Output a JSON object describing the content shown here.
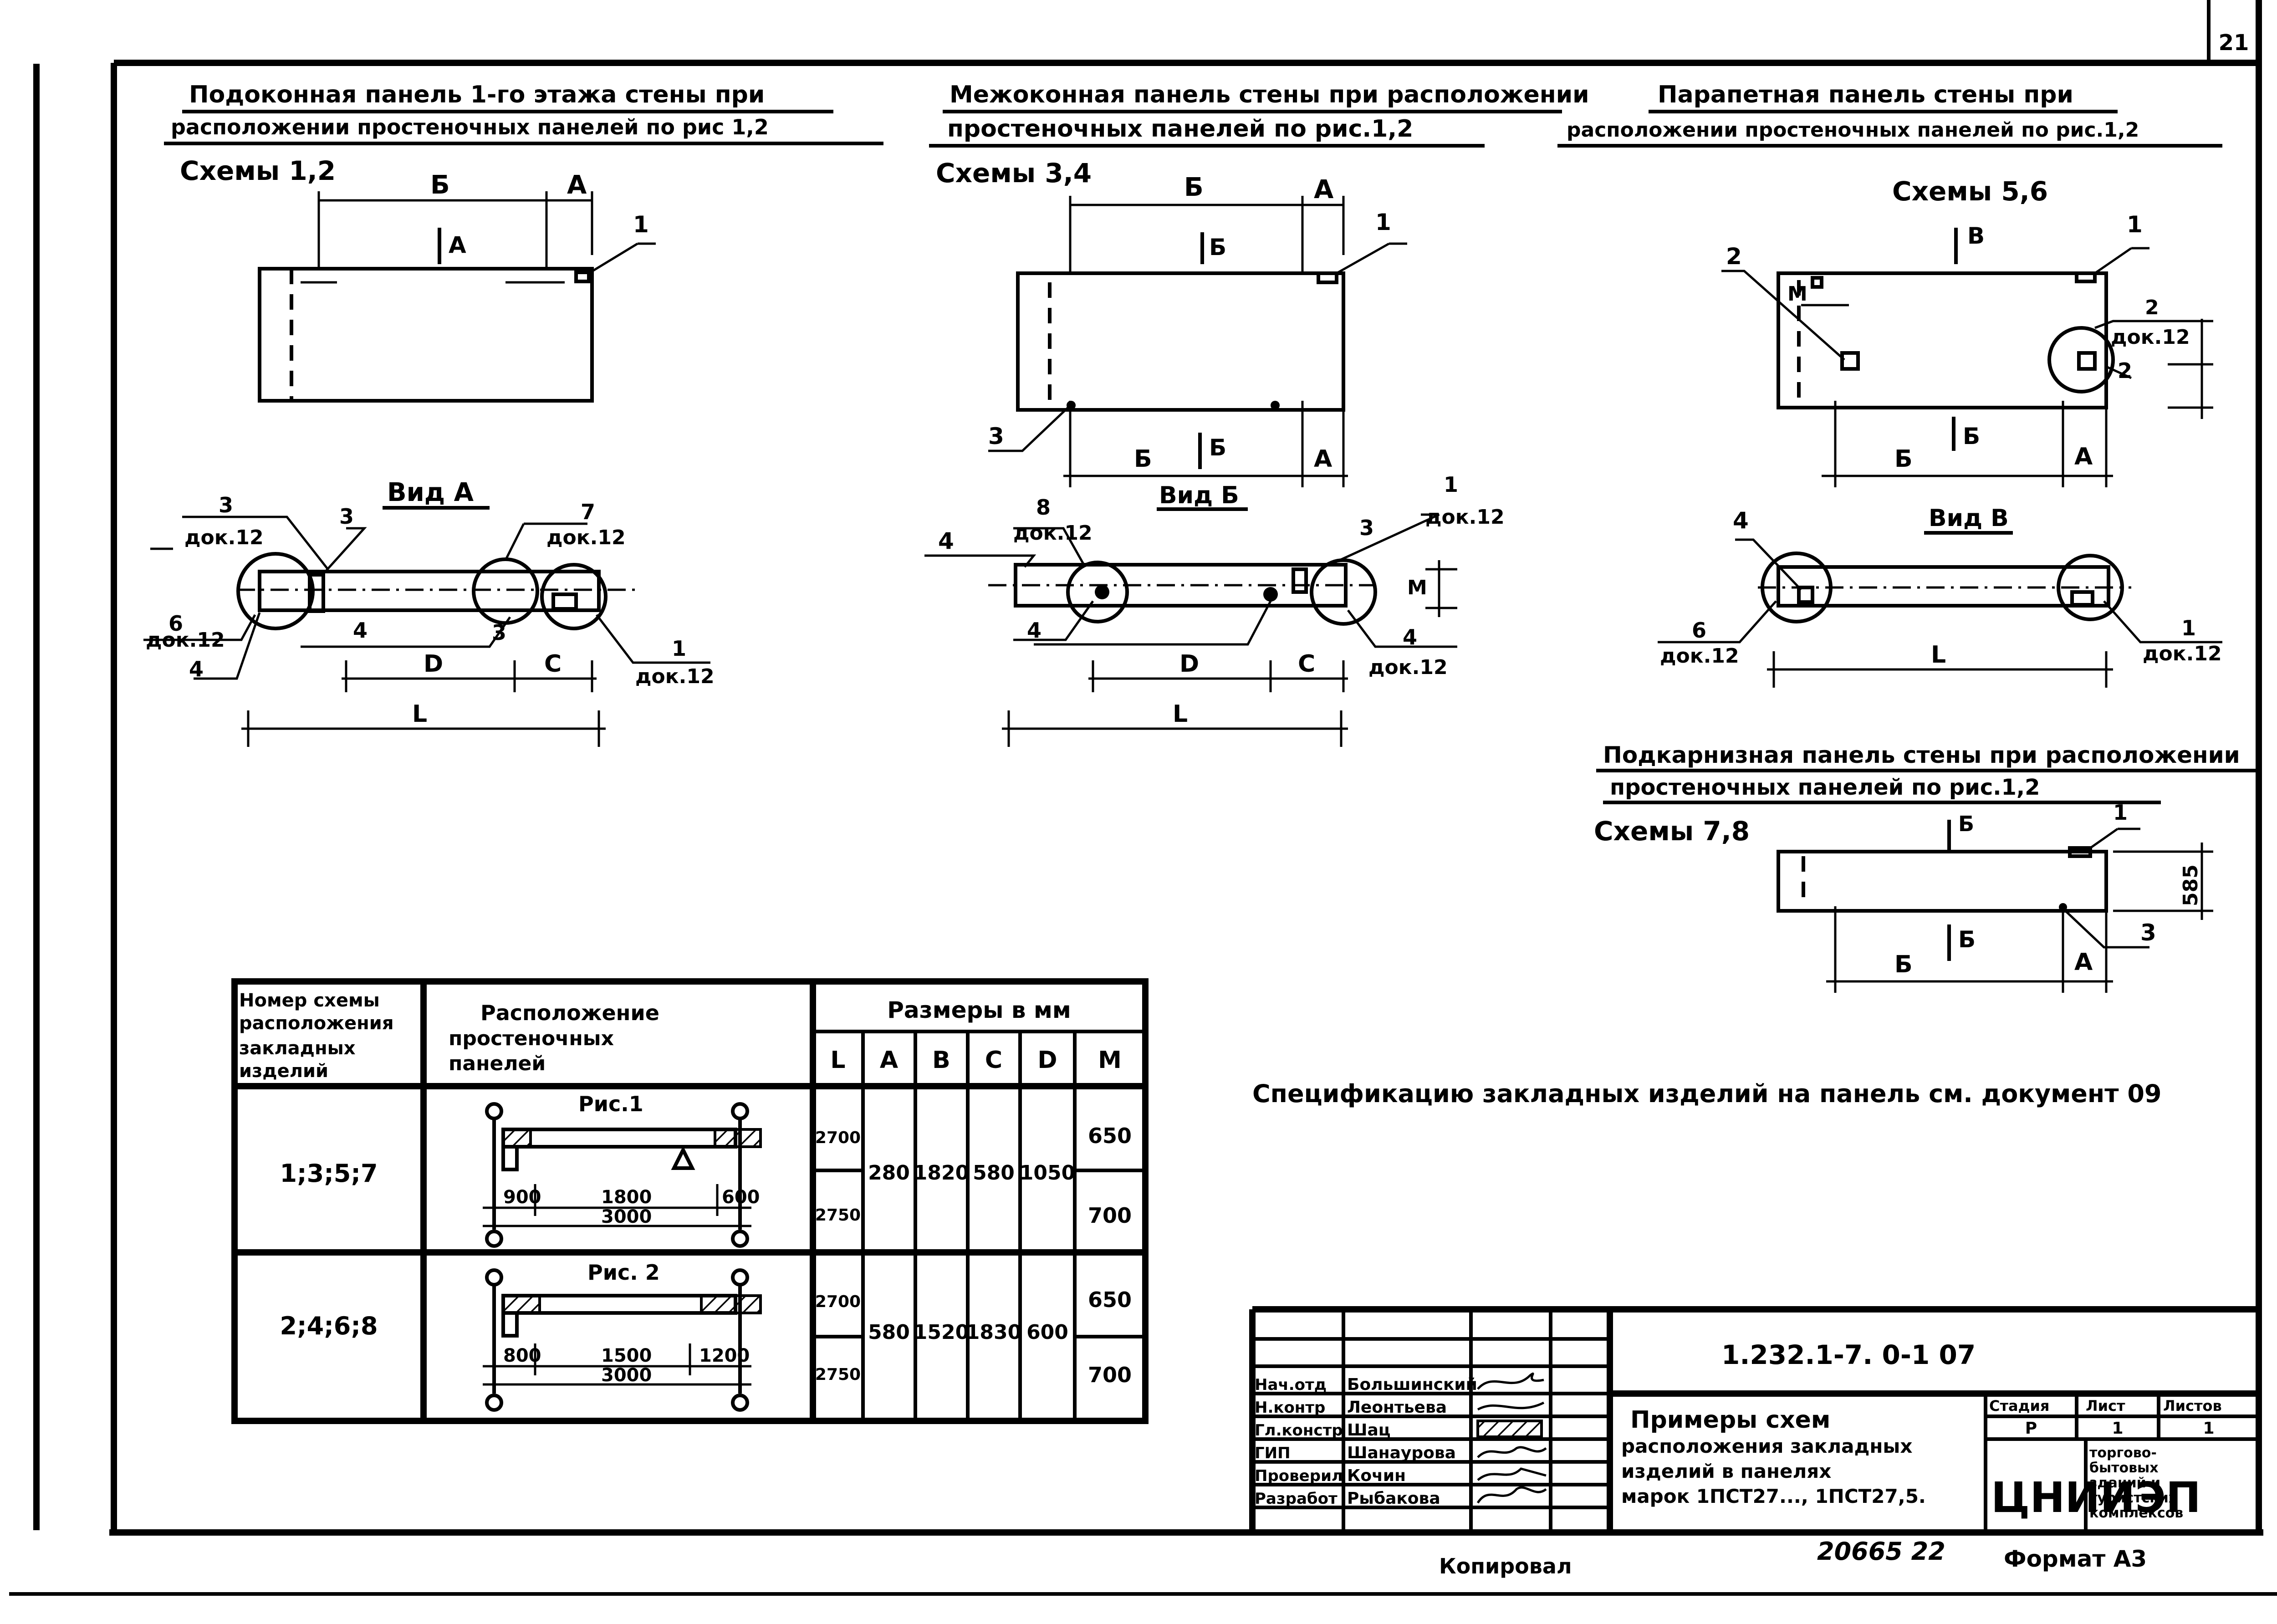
{
  "sheet": {
    "number": "21"
  },
  "panels": {
    "p1": {
      "title1": "Подоконная панель 1-го этажа стены при",
      "title2": "расположении простеночных панелей по рис 1,2",
      "schemes": "Схемы 1,2",
      "view": "Вид А"
    },
    "p2": {
      "title1": "Межоконная панель стены при расположении",
      "title2": "простеночных панелей по рис.1,2",
      "schemes": "Схемы 3,4",
      "view": "Вид Б"
    },
    "p3": {
      "title1": "Парапетная панель стены при",
      "title2": "расположении простеночных панелей по рис.1,2",
      "schemes": "Схемы 5,6",
      "view": "Вид В"
    },
    "p4": {
      "title1": "Подкарнизная панель стены при расположении",
      "title2": "простеночных панелей по рис.1,2",
      "schemes": "Схемы 7,8",
      "dim585": "585"
    }
  },
  "labels": {
    "A": "А",
    "B": "Б",
    "V": "В",
    "L": "L",
    "C": "С",
    "D": "D",
    "M": "М",
    "n1": "1",
    "n2": "2",
    "n3": "3",
    "n4": "4",
    "n6": "6",
    "n7": "7",
    "n8": "8",
    "dok12": "док.12"
  },
  "table": {
    "h_scheme": [
      "Номер схемы",
      "расположения",
      "закладных",
      "изделий"
    ],
    "h_location": [
      "Расположение",
      "простеночных",
      "панелей"
    ],
    "h_sizes": "Размеры в мм",
    "cols": [
      "L",
      "А",
      "В",
      "С",
      "D",
      "М"
    ],
    "rows": [
      {
        "scheme": "1;3;5;7",
        "fig": "Рис.1",
        "d1": "900",
        "d2": "1800",
        "d3": "600",
        "total": "3000",
        "L1": "2700",
        "L2": "2750",
        "A": "280",
        "B": "1820",
        "C": "580",
        "D": "1050",
        "M1": "650",
        "M2": "700"
      },
      {
        "scheme": "2;4;6;8",
        "fig": "Рис. 2",
        "d1": "800",
        "d2": "1500",
        "d3": "1200",
        "total": "3000",
        "L1": "2700",
        "L2": "2750",
        "A": "580",
        "B": "1520",
        "C": "1830",
        "D": "600",
        "M1": "650",
        "M2": "700"
      }
    ]
  },
  "note": "Спецификацию закладных изделий на панель см. документ 09",
  "titleblock": {
    "code": "1.232.1-7. 0-1   07",
    "roles": [
      "Нач.отд",
      "Н.контр",
      "Гл.констр",
      "ГИП",
      "Проверил",
      "Разработ"
    ],
    "names": [
      "Большинский",
      "Леонтьева",
      "Шац",
      "Шанаурова",
      "Кочин",
      "Рыбакова"
    ],
    "title": [
      "Примеры схем",
      "расположения закладных",
      "изделий в панелях",
      "марок 1ПСТ27..., 1ПСТ27,5."
    ],
    "stage_h": "Стадия",
    "sheet_h": "Лист",
    "sheets_h": "Листов",
    "stage": "Р",
    "sheet": "1",
    "sheets": "1",
    "org": "ЦНИИЭП",
    "org_desc": [
      "торгово-",
      "бытовых",
      "зданий и",
      "туристских",
      "комплексов"
    ]
  },
  "footer": {
    "copied": "Копировал",
    "inv": "20665  22",
    "format": "Формат А3"
  }
}
